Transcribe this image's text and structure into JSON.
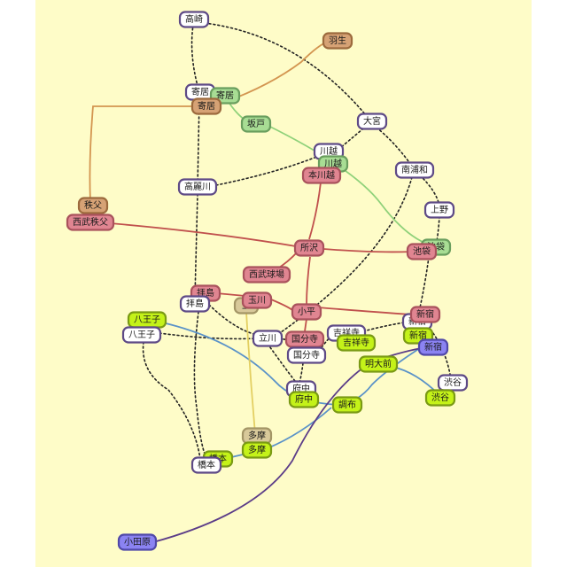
{
  "colors": {
    "background": "#fefcc8",
    "seibu": "#c0504d",
    "tobu_ogose": "#8fd17a",
    "chichibu": "#d39550",
    "odakyu": "#5b3c88",
    "keio": "#5a92c8",
    "tama_monorail": "#e3cf62",
    "jr": "#222222"
  },
  "stations": {
    "takasaki": "高崎",
    "hanyu": "羽生",
    "yorii_jr": "寄居",
    "yorii_tobu": "寄居",
    "yorii_chichibu": "寄居",
    "sakado": "坂戸",
    "omiya": "大宮",
    "kawagoe_jr": "川越",
    "kawagoe_tobu": "川越",
    "honkawagoe": "本川越",
    "minamiurawa": "南浦和",
    "komagawa": "高麗川",
    "chichibu": "秩父",
    "seibuchichibu": "西武秩父",
    "ueno": "上野",
    "tokorozawa": "所沢",
    "ikebukuro_tobu": "池袋",
    "ikebukuro_seibu": "池袋",
    "seibukyujo": "西武球場",
    "haijima_seibu": "拝島",
    "haijima_jr": "拝島",
    "tamagawa": "玉川",
    "tamagawa_mono": "玉",
    "kodaira": "小平",
    "shinjuku_jr": "新宿",
    "shinjuku_seibu": "新宿",
    "shinjuku_keio": "新宿",
    "shinjuku_odakyu": "新宿",
    "hachioji_keio": "八王子",
    "hachioji_jr": "八王子",
    "tachikawa": "立川",
    "kokubunji_seibu": "国分寺",
    "kokubunji_jr": "国分寺",
    "kichijoji_jr": "吉祥寺",
    "kichijoji_keio": "吉祥寺",
    "meidaimae": "明大前",
    "shibuya_jr": "渋谷",
    "shibuya_keio": "渋谷",
    "fuchu_jr": "府中",
    "fuchu_keio": "府中",
    "chofu": "調布",
    "tama_mono": "多摩",
    "tama_keio": "多摩",
    "hashimoto_keio": "橋本",
    "hashimoto_jr": "橋本",
    "odawara": "小田原"
  }
}
